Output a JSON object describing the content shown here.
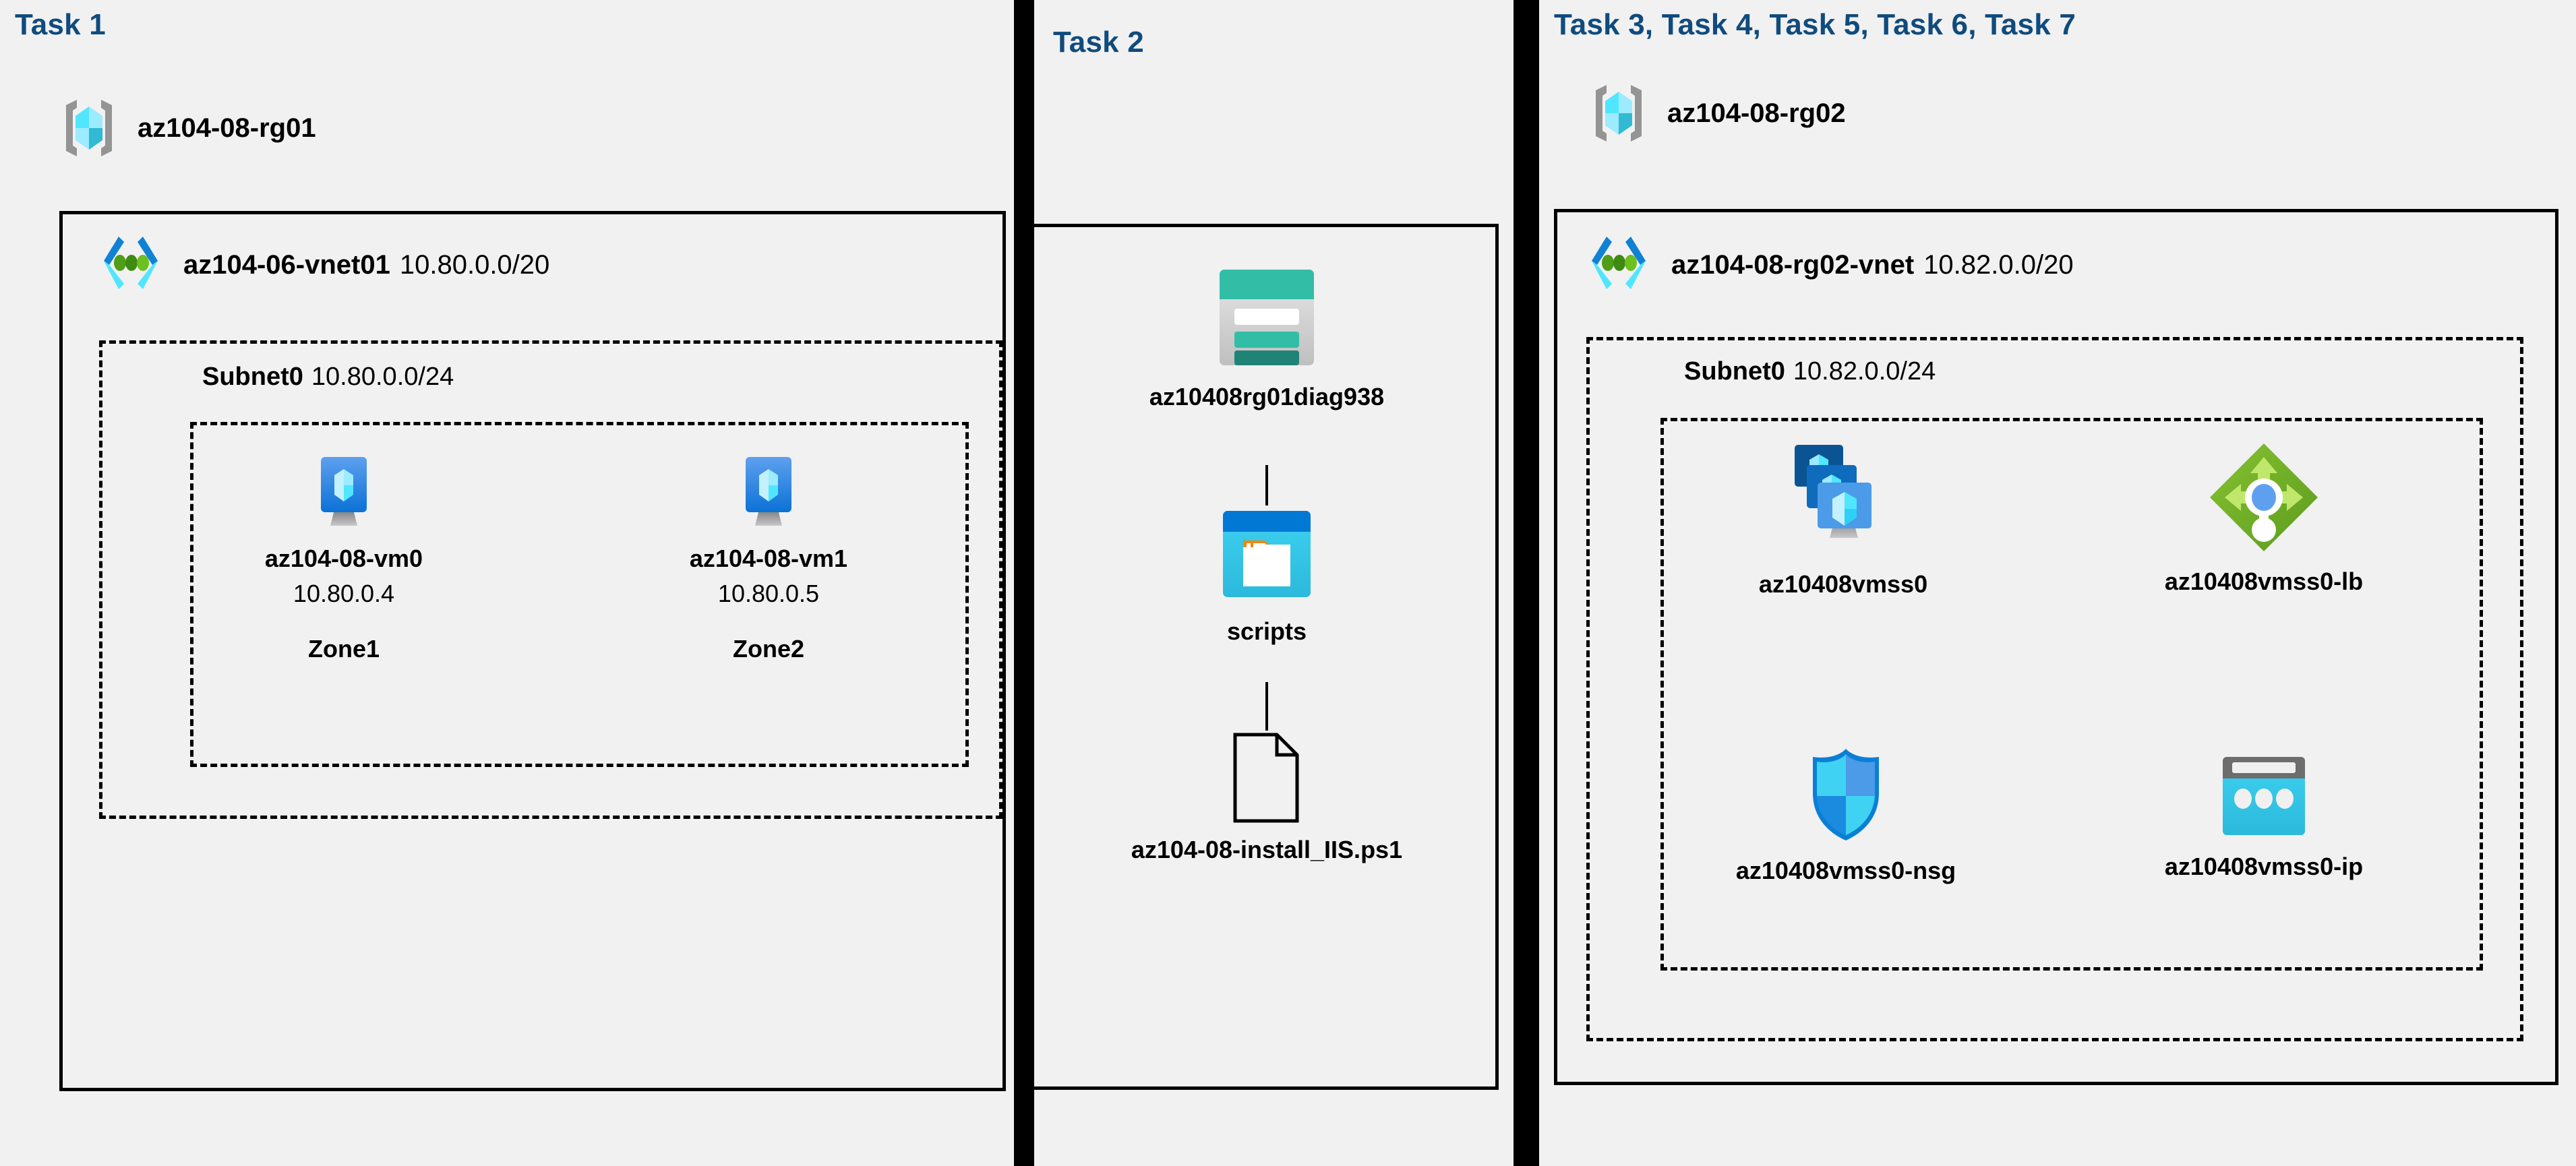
{
  "panels": [
    {
      "id": "task1",
      "title": "Task 1",
      "resource_group": {
        "name": "az104-08-rg01",
        "icon": "resource-group-icon"
      },
      "vnet": {
        "name": "az104-06-vnet01",
        "cidr": "10.80.0.0/20",
        "icon": "virtual-network-icon"
      },
      "subnet": {
        "name": "Subnet0",
        "cidr": "10.80.0.0/24"
      },
      "vms": [
        {
          "name": "az104-08-vm0",
          "ip": "10.80.0.4",
          "zone": "Zone1",
          "icon": "virtual-machine-icon"
        },
        {
          "name": "az104-08-vm1",
          "ip": "10.80.0.5",
          "zone": "Zone2",
          "icon": "virtual-machine-icon"
        }
      ]
    },
    {
      "id": "task2",
      "title": "Task 2",
      "items": [
        {
          "name": "az10408rg01diag938",
          "icon": "storage-account-icon"
        },
        {
          "name": "scripts",
          "icon": "blob-container-icon"
        },
        {
          "name": "az104-08-install_IIS.ps1",
          "icon": "file-icon"
        }
      ]
    },
    {
      "id": "task3",
      "title": "Task 3, Task 4, Task 5, Task 6, Task 7",
      "resource_group": {
        "name": "az104-08-rg02",
        "icon": "resource-group-icon"
      },
      "vnet": {
        "name": "az104-08-rg02-vnet",
        "cidr": "10.82.0.0/20",
        "icon": "virtual-network-icon"
      },
      "subnet": {
        "name": "Subnet0",
        "cidr": "10.82.0.0/24"
      },
      "resources": [
        {
          "name": "az10408vmss0",
          "icon": "vm-scale-set-icon"
        },
        {
          "name": "az10408vmss0-lb",
          "icon": "load-balancer-icon"
        },
        {
          "name": "az10408vmss0-nsg",
          "icon": "network-security-group-icon"
        },
        {
          "name": "az10408vmss0-ip",
          "icon": "public-ip-address-icon"
        }
      ]
    }
  ],
  "colors": {
    "task_title": "#104B7D",
    "background": "#f1f1f1",
    "border": "#000000",
    "azure_blue": "#0078D4",
    "azure_cyan": "#50E6FF",
    "storage_teal": "#32BEA6",
    "lb_green": "#6BB32E",
    "nsg_blue": "#0078D4",
    "gray": "#949494"
  }
}
